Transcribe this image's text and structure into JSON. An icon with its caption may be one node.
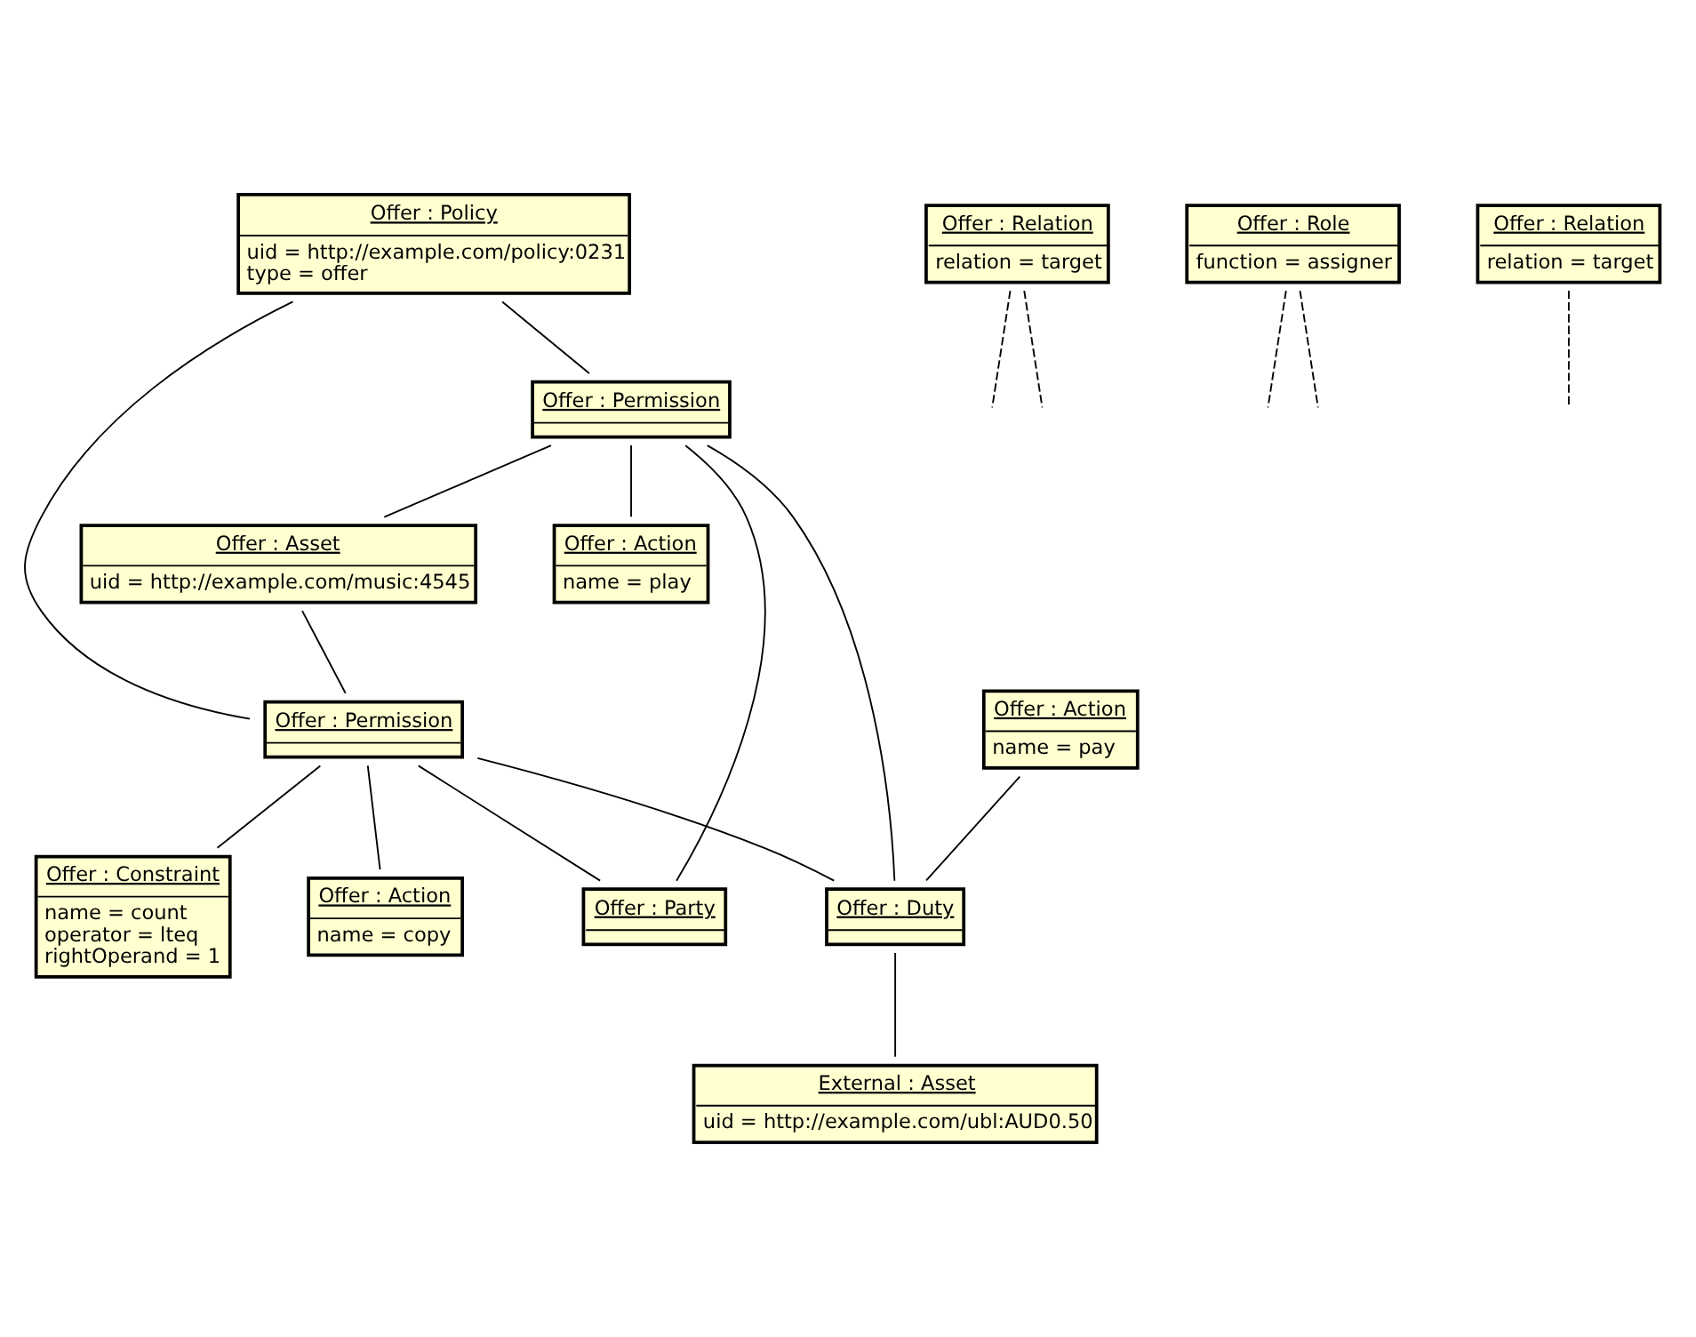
{
  "diagram": {
    "nodes": [
      {
        "text": [
          "Offer : Policy",
          "uid = http://example.com/policy:0231",
          "type = offer"
        ]
      },
      {
        "text": [
          "Offer : Relation",
          "relation = target"
        ]
      },
      {
        "text": [
          "Offer : Permission"
        ]
      },
      {
        "text": [
          "Offer : Asset",
          "uid = http://example.com/music:4545"
        ]
      },
      {
        "text": [
          "Offer : Permission"
        ]
      },
      {
        "text": [
          "Offer : Role",
          "function = assigner"
        ]
      },
      {
        "text": [
          "Offer : Action",
          "name = copy"
        ]
      },
      {
        "text": [
          "Offer : Action",
          "name = play"
        ]
      },
      {
        "text": [
          "Offer : Party"
        ]
      },
      {
        "text": [
          "Offer : Constraint",
          "name = count",
          "operator = lteq",
          "rightOperand = 1"
        ]
      },
      {
        "text": [
          "Offer : Action",
          "name = pay"
        ]
      },
      {
        "text": [
          "Offer : Duty"
        ]
      },
      {
        "text": [
          "Offer : Relation",
          "relation = target"
        ]
      },
      {
        "text": [
          "External : Asset",
          "uid = http://example.com/ubl:AUD0.50"
        ]
      }
    ],
    "edges": [
      {
        "from": 0,
        "to": 2,
        "arrow": "none"
      },
      {
        "from": 0,
        "to": 4,
        "arrow": "none"
      },
      {
        "from": 1,
        "to": null,
        "arrow": "none",
        "style": "dashed"
      },
      {
        "from": 1,
        "to": null,
        "arrow": "none",
        "style": "dashed"
      },
      {
        "from": 2,
        "to": 3,
        "arrow": "none"
      },
      {
        "from": 3,
        "to": 4,
        "arrow": "none"
      },
      {
        "from": 5,
        "to": null,
        "arrow": "none",
        "style": "dashed"
      },
      {
        "from": 5,
        "to": null,
        "arrow": "none",
        "style": "dashed"
      },
      {
        "from": 2,
        "to": 8,
        "arrow": "none"
      },
      {
        "from": 4,
        "to": 8,
        "arrow": "none"
      },
      {
        "from": 4,
        "to": 6,
        "arrow": "none"
      },
      {
        "from": 2,
        "to": 7,
        "arrow": "none"
      },
      {
        "from": 4,
        "to": 9,
        "arrow": "none"
      },
      {
        "from": 2,
        "to": 11,
        "arrow": "none"
      },
      {
        "from": 4,
        "to": 11,
        "arrow": "none"
      },
      {
        "from": 10,
        "to": 11,
        "arrow": "none"
      },
      {
        "from": 12,
        "to": null,
        "arrow": "none",
        "style": "dashed"
      },
      {
        "from": 11,
        "to": 13,
        "arrow": "none"
      }
    ]
  }
}
